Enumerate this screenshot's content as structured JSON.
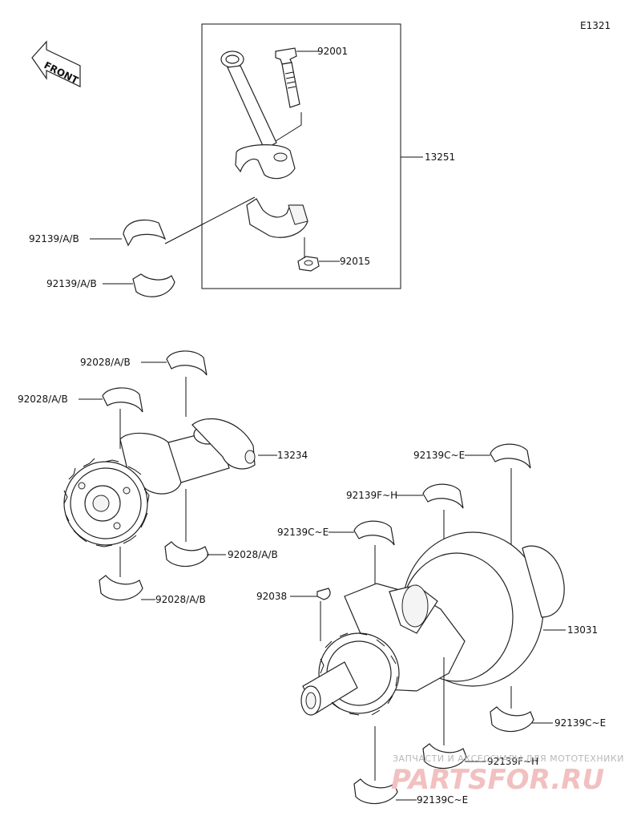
{
  "diagram_code": "E1321",
  "front_label": "FRONT",
  "labels": {
    "bolt": "92001",
    "conrod_assy": "13251",
    "conrod_bearing_1": "92139/A/B",
    "conrod_bearing_2": "92139/A/B",
    "nut": "92015",
    "balancer_bearing_1": "92028/A/B",
    "balancer_bearing_2": "92028/A/B",
    "balancer_shaft": "13234",
    "balancer_bearing_3": "92028/A/B",
    "balancer_bearing_4": "92028/A/B",
    "crank_bearing_ce_1": "92139C~E",
    "crank_bearing_fh_1": "92139F~H",
    "crank_bearing_ce_2": "92139C~E",
    "key": "92038",
    "crankshaft": "13031",
    "crank_bearing_ce_3": "92139C~E",
    "crank_bearing_fh_2": "92139F~H",
    "crank_bearing_ce_4": "92139C~E"
  },
  "watermark": {
    "line1": "ЗАПЧАСТИ И АКСЕССУАРЫ ДЛЯ МОТОТЕХНИКИ",
    "line2": "PARTSFOR.RU"
  }
}
